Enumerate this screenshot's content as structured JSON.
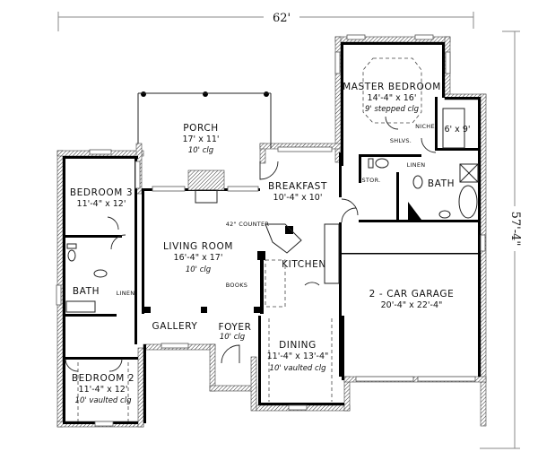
{
  "dimensions": {
    "width": "62'",
    "depth": "57'-4\""
  },
  "rooms": {
    "master_bedroom": {
      "name": "MASTER BEDROOM",
      "size": "14'-4\" x 16'",
      "note": "9' stepped clg"
    },
    "master_closet": {
      "size": "6' x 9'"
    },
    "niche": {
      "label": "NICHE"
    },
    "shelves": {
      "label": "SHLVS."
    },
    "linen_master": {
      "label": "LINEN"
    },
    "storage": {
      "label": "STOR."
    },
    "master_bath": {
      "name": "BATH"
    },
    "porch": {
      "name": "PORCH",
      "size": "17' x 11'",
      "note": "10' clg"
    },
    "breakfast": {
      "name": "BREAKFAST",
      "size": "10'-4\" x 10'"
    },
    "bedroom3": {
      "name": "BEDROOM 3",
      "size": "11'-4\" x 12'"
    },
    "living_room": {
      "name": "LIVING ROOM",
      "size": "16'-4\" x 17'",
      "note": "10' clg"
    },
    "counter": {
      "label": "42\" COUNTER"
    },
    "kitchen": {
      "name": "KITCHEN"
    },
    "books": {
      "label": "BOOKS"
    },
    "bath": {
      "name": "BATH"
    },
    "linen": {
      "label": "LINEN"
    },
    "garage": {
      "name": "2 - CAR GARAGE",
      "size": "20'-4\" x 22'-4\""
    },
    "gallery": {
      "name": "GALLERY"
    },
    "foyer": {
      "name": "FOYER",
      "note": "10' clg"
    },
    "dining": {
      "name": "DINING",
      "size": "11'-4\" x 13'-4\"",
      "note": "10' vaulted clg"
    },
    "bedroom2": {
      "name": "BEDROOM 2",
      "size": "11'-4\" x 12'",
      "note": "10' vaulted clg"
    }
  }
}
